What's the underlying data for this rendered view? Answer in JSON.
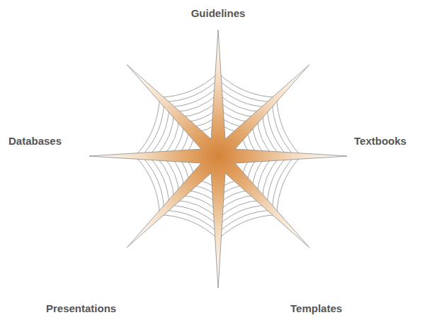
{
  "diagram": {
    "labels": [
      "Guidelines",
      "Textbooks",
      "Templates",
      "Presentations",
      "Databases"
    ]
  }
}
